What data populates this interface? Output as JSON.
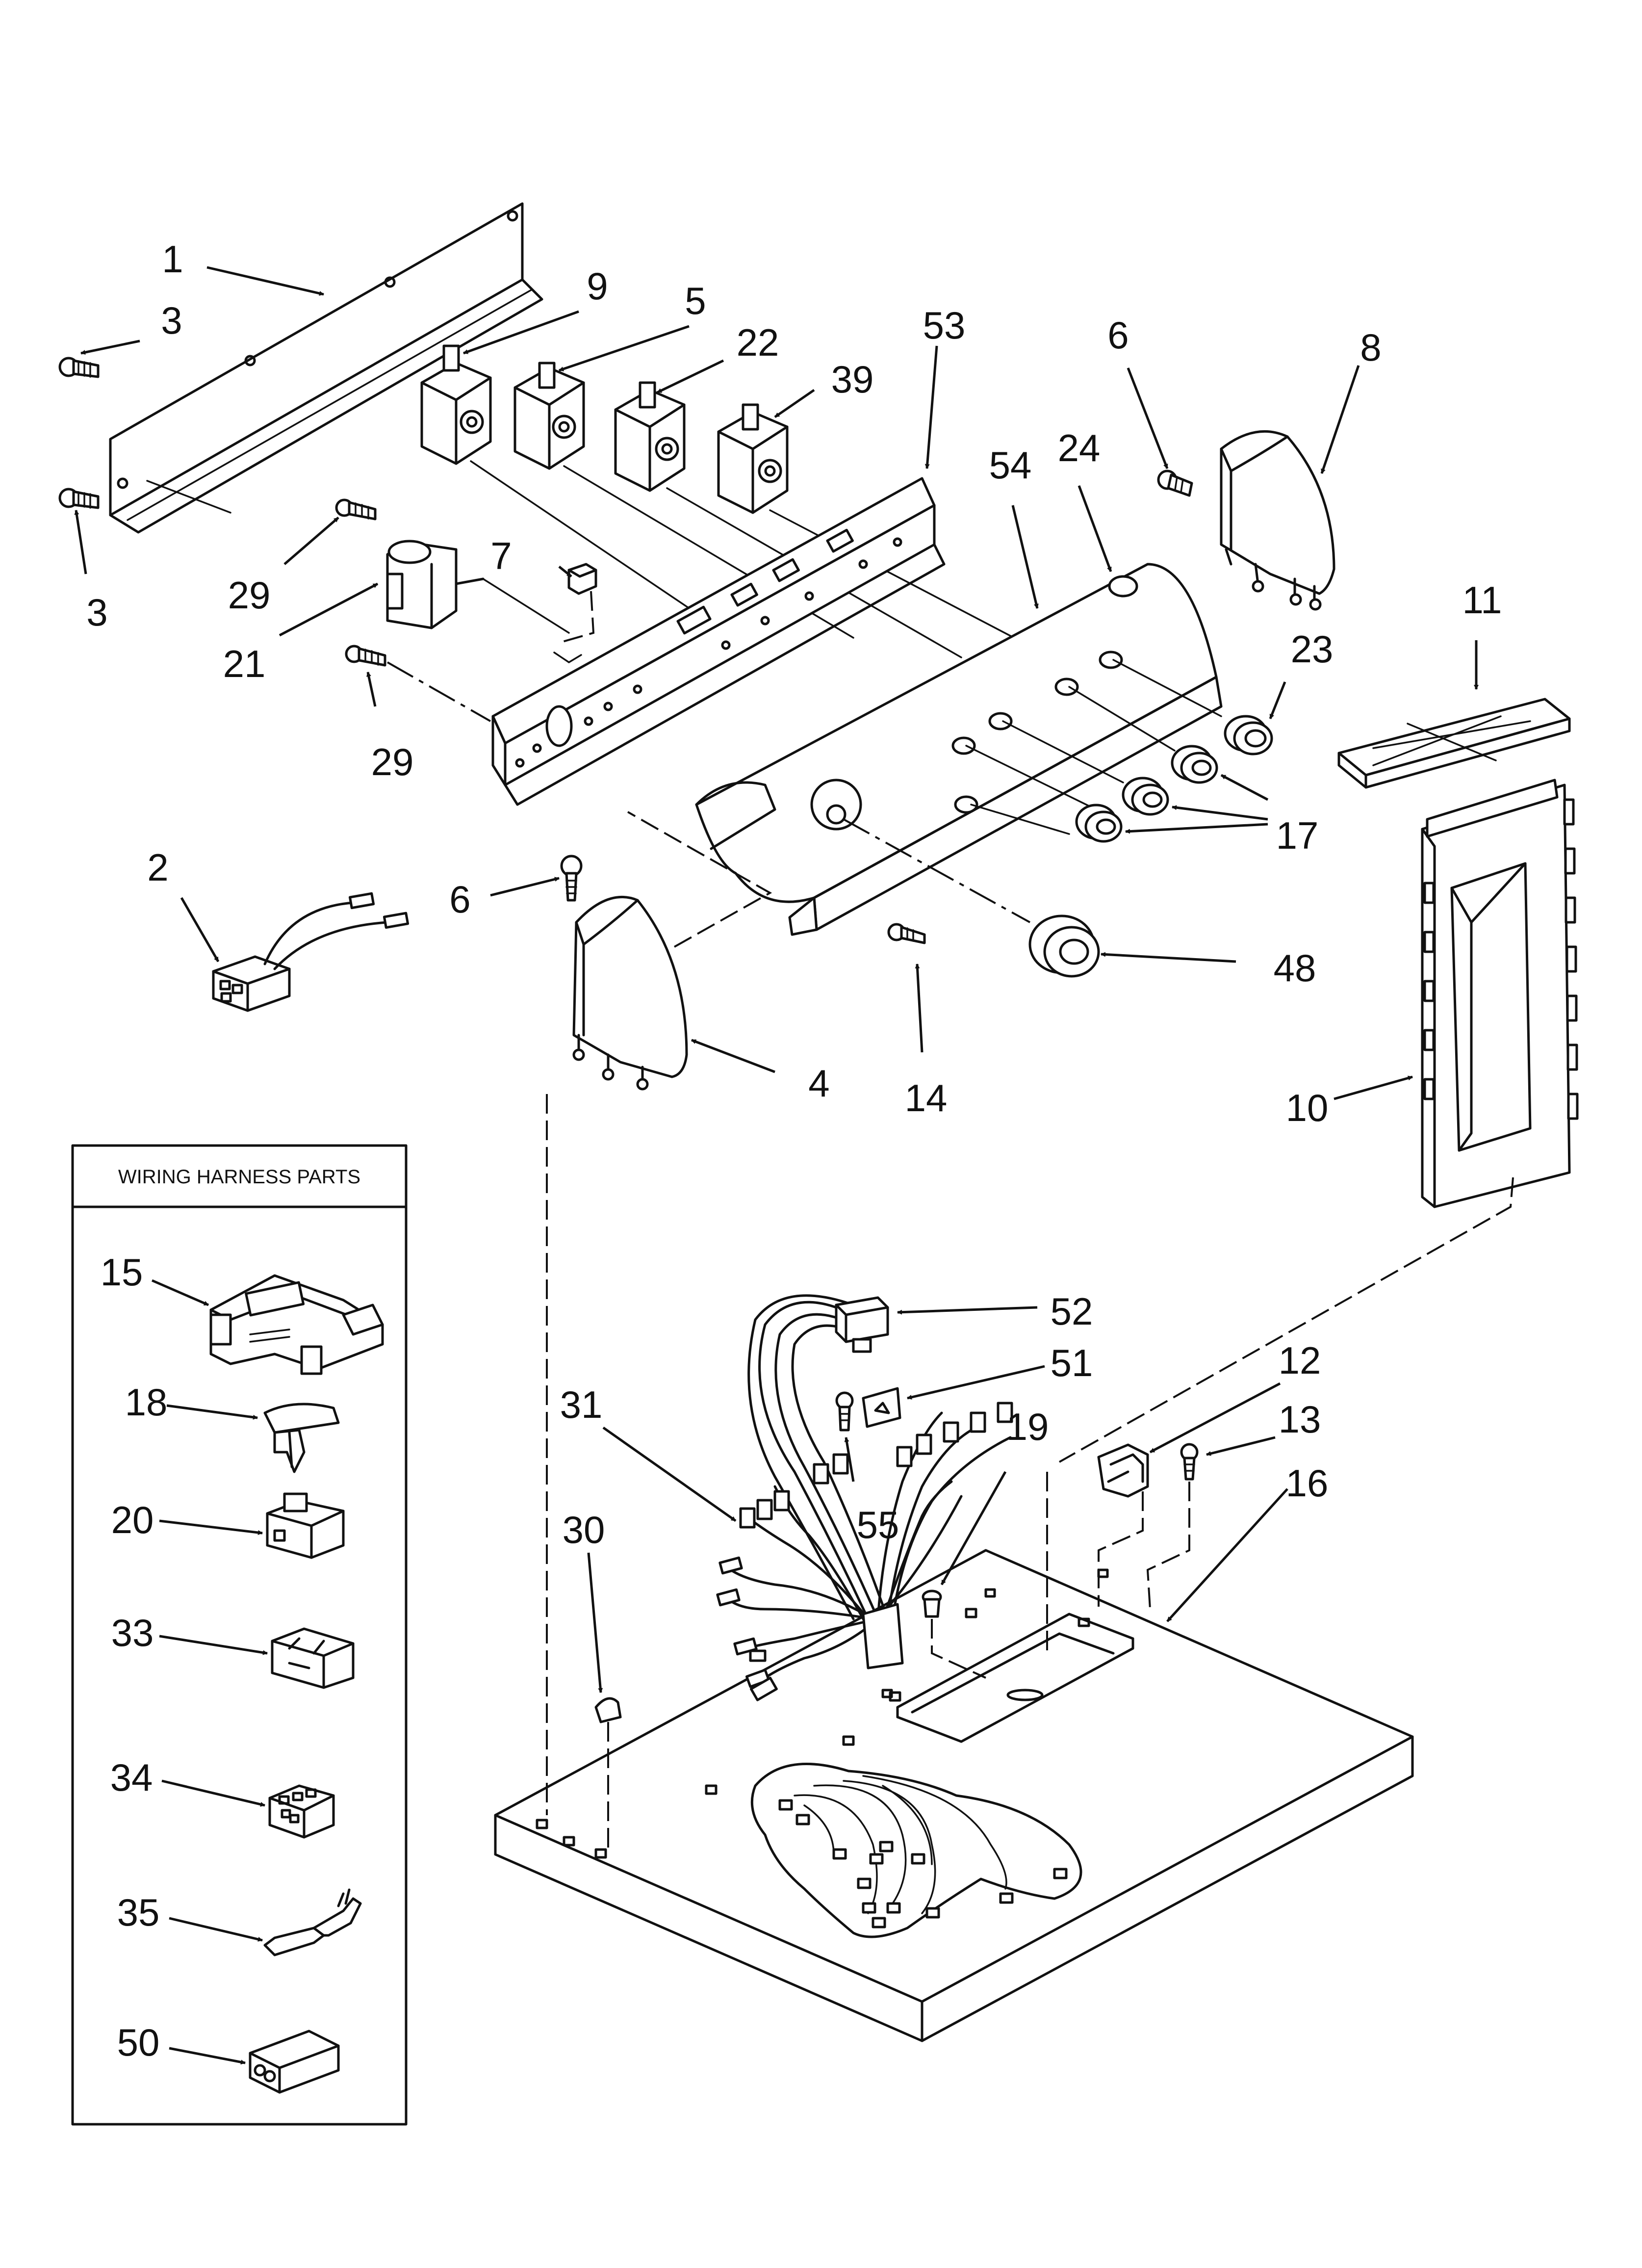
{
  "inset": {
    "title": "WIRING HARNESS PARTS",
    "callouts": [
      {
        "num": "15"
      },
      {
        "num": "18"
      },
      {
        "num": "20"
      },
      {
        "num": "33"
      },
      {
        "num": "34"
      },
      {
        "num": "35"
      },
      {
        "num": "50"
      }
    ]
  },
  "callouts": [
    {
      "num": "1"
    },
    {
      "num": "3"
    },
    {
      "num": "3"
    },
    {
      "num": "9"
    },
    {
      "num": "5"
    },
    {
      "num": "22"
    },
    {
      "num": "39"
    },
    {
      "num": "53"
    },
    {
      "num": "6"
    },
    {
      "num": "8"
    },
    {
      "num": "54"
    },
    {
      "num": "24"
    },
    {
      "num": "29"
    },
    {
      "num": "7"
    },
    {
      "num": "21"
    },
    {
      "num": "29"
    },
    {
      "num": "23"
    },
    {
      "num": "11"
    },
    {
      "num": "17"
    },
    {
      "num": "2"
    },
    {
      "num": "6"
    },
    {
      "num": "48"
    },
    {
      "num": "4"
    },
    {
      "num": "14"
    },
    {
      "num": "10"
    },
    {
      "num": "52"
    },
    {
      "num": "51"
    },
    {
      "num": "12"
    },
    {
      "num": "31"
    },
    {
      "num": "19"
    },
    {
      "num": "13"
    },
    {
      "num": "55"
    },
    {
      "num": "16"
    },
    {
      "num": "30"
    }
  ]
}
